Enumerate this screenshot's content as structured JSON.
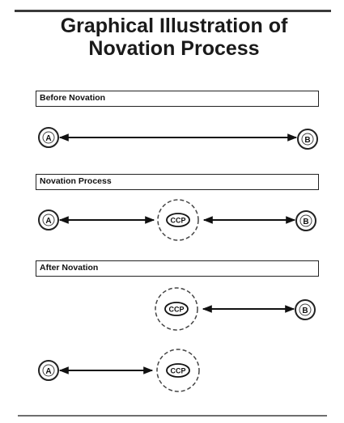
{
  "title": "Graphical Illustration of Novation Process",
  "sections": {
    "before": "Before Novation",
    "process": "Novation Process",
    "after": "After Novation"
  },
  "nodes": {
    "party_a": "A",
    "party_b": "B",
    "ccp": "CCP"
  }
}
